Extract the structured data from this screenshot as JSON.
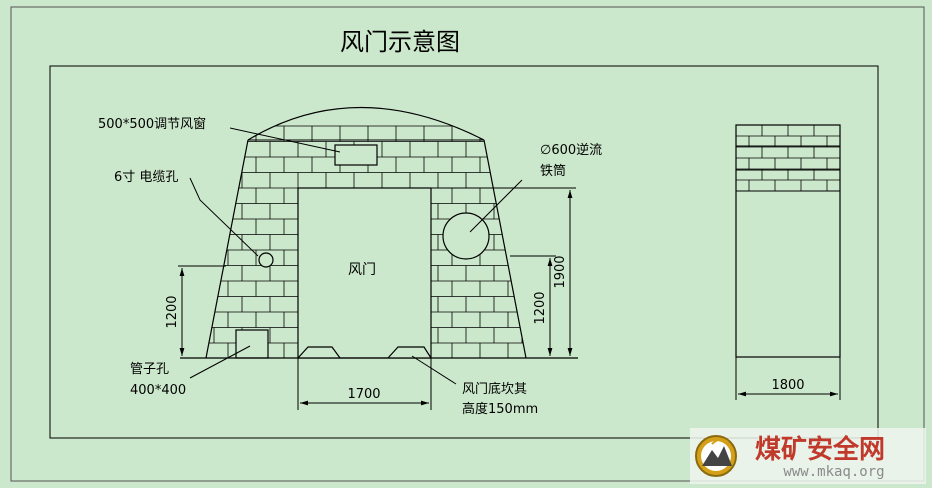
{
  "title": "风门示意图",
  "labels": {
    "vent_window": "500*500调节风窗",
    "cable_hole": "6寸 电缆孔",
    "reverse_duct_line1": "∅600逆流",
    "reverse_duct_line2": "铁筒",
    "door": "风门",
    "pipe_hole_line1": "管子孔",
    "pipe_hole_line2": "400*400",
    "sill_line1": "风门底坎其",
    "sill_line2": "高度150mm"
  },
  "dimensions": {
    "left_height": "1200",
    "right_height": "1200",
    "door_height": "1900",
    "door_width": "1700",
    "side_width": "1800"
  },
  "watermark": {
    "brand": "煤矿安全网",
    "url": "www.mkaq.org"
  },
  "colors": {
    "background": "#cce8cc",
    "line": "#000000",
    "watermark_red": "#c0392b",
    "watermark_gray": "#8a8a8a"
  }
}
